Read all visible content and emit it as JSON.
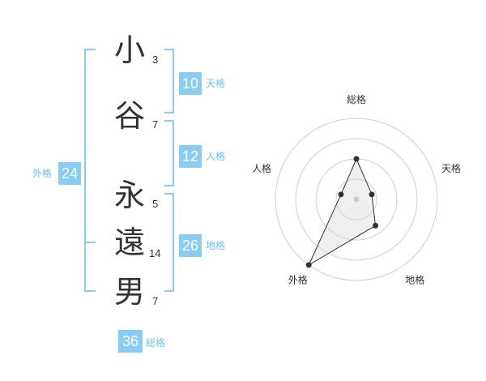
{
  "name_chars": [
    {
      "char": "小",
      "strokes": "3"
    },
    {
      "char": "谷",
      "strokes": "7"
    },
    {
      "char": "永",
      "strokes": "5"
    },
    {
      "char": "遠",
      "strokes": "14"
    },
    {
      "char": "男",
      "strokes": "7"
    }
  ],
  "kakusu": {
    "tenkaku": {
      "value": "10",
      "label": "天格"
    },
    "jinkaku": {
      "value": "12",
      "label": "人格"
    },
    "chikaku": {
      "value": "26",
      "label": "地格"
    },
    "gaikaku": {
      "value": "24",
      "label": "外格"
    },
    "soukaku": {
      "value": "36",
      "label": "総格"
    }
  },
  "colors": {
    "accent": "#89cdf4",
    "accent_text": "#6ec2f0",
    "text": "#333333"
  },
  "chart_data": {
    "type": "radar",
    "axes": [
      "総格",
      "天格",
      "地格",
      "外格",
      "人格"
    ],
    "values": [
      0.5,
      0.2,
      0.4,
      1.0,
      0.2
    ],
    "range": [
      0,
      1
    ],
    "rings": 4
  }
}
